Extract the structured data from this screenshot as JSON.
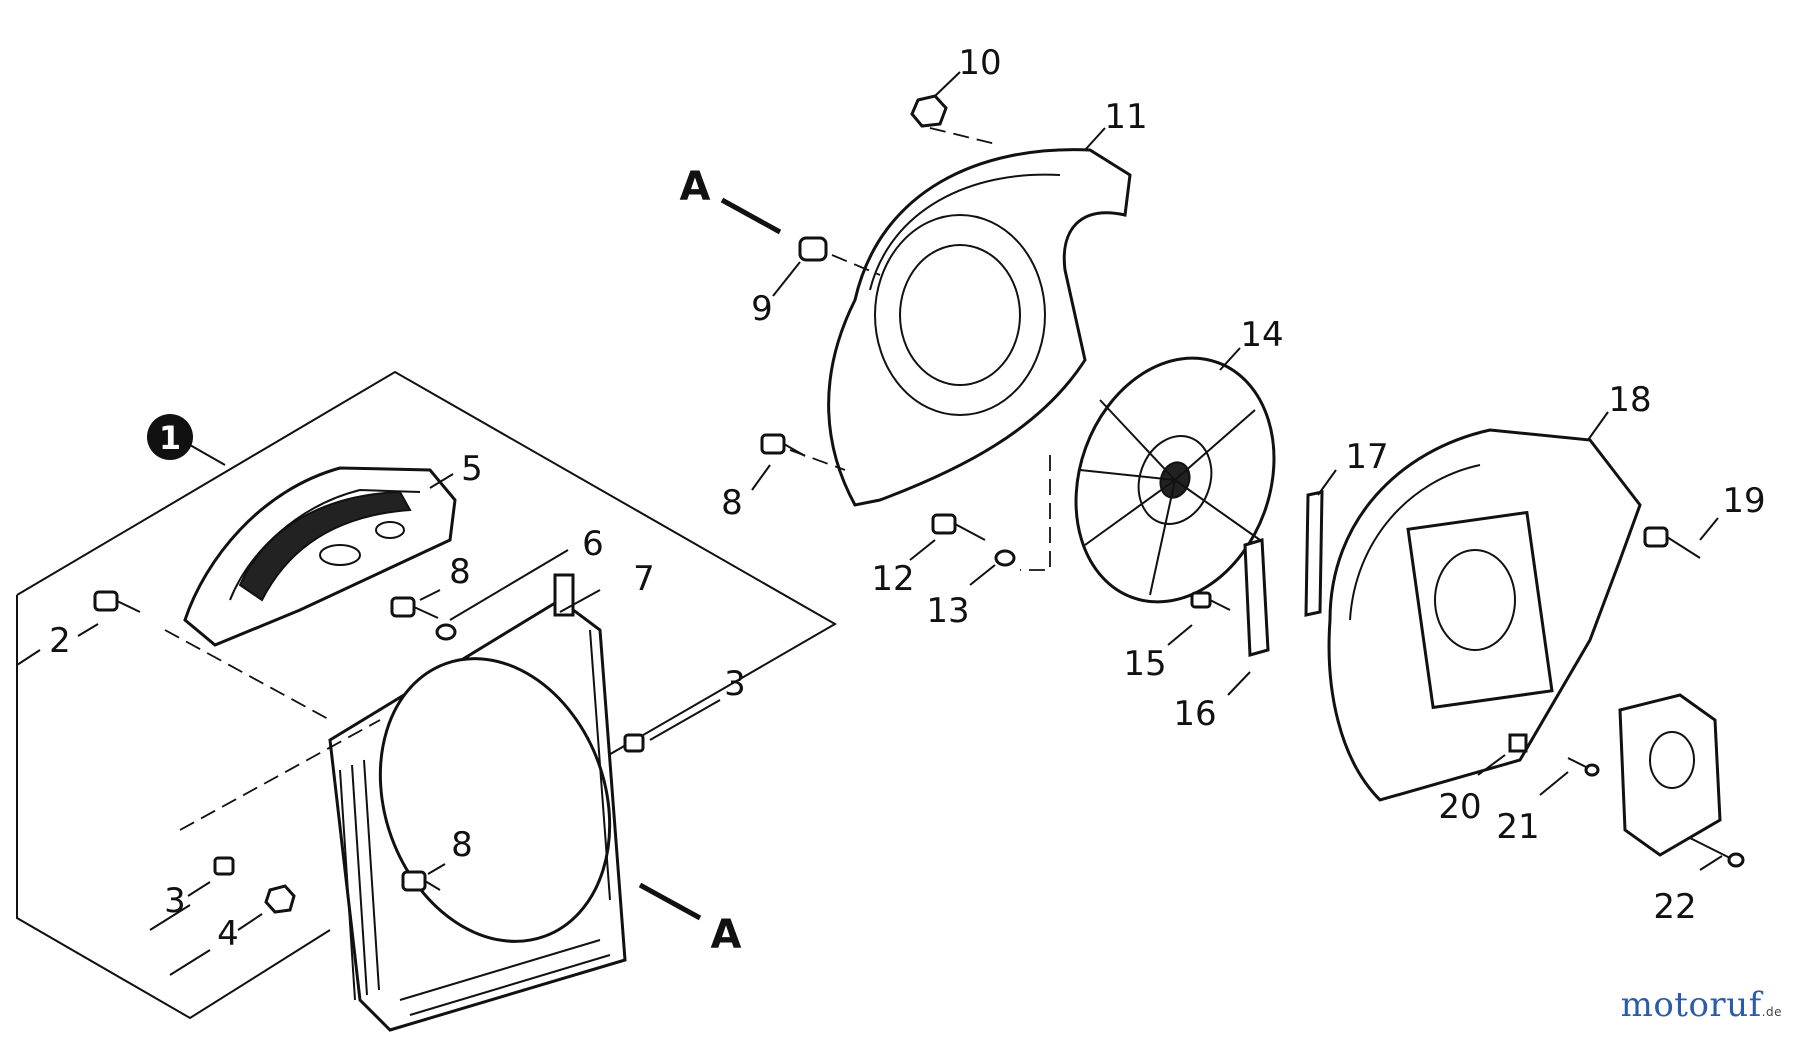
{
  "callouts": {
    "c1": "1",
    "c2": "2",
    "c3a": "3",
    "c3b": "3",
    "c4": "4",
    "c5": "5",
    "c6": "6",
    "c7": "7",
    "c8a": "8",
    "c8b": "8",
    "c8c": "8",
    "c9": "9",
    "c10": "10",
    "c11": "11",
    "c12": "12",
    "c13": "13",
    "c14": "14",
    "c15": "15",
    "c16": "16",
    "c17": "17",
    "c18": "18",
    "c19": "19",
    "c20": "20",
    "c21": "21",
    "c22": "22"
  },
  "section_marks": {
    "top": "A",
    "bottom": "A"
  },
  "watermark": {
    "name": "motoruf",
    "suffix": ".de"
  },
  "colors": {
    "ink": "#111111",
    "background": "#ffffff",
    "watermark": "#2a5ca8"
  }
}
